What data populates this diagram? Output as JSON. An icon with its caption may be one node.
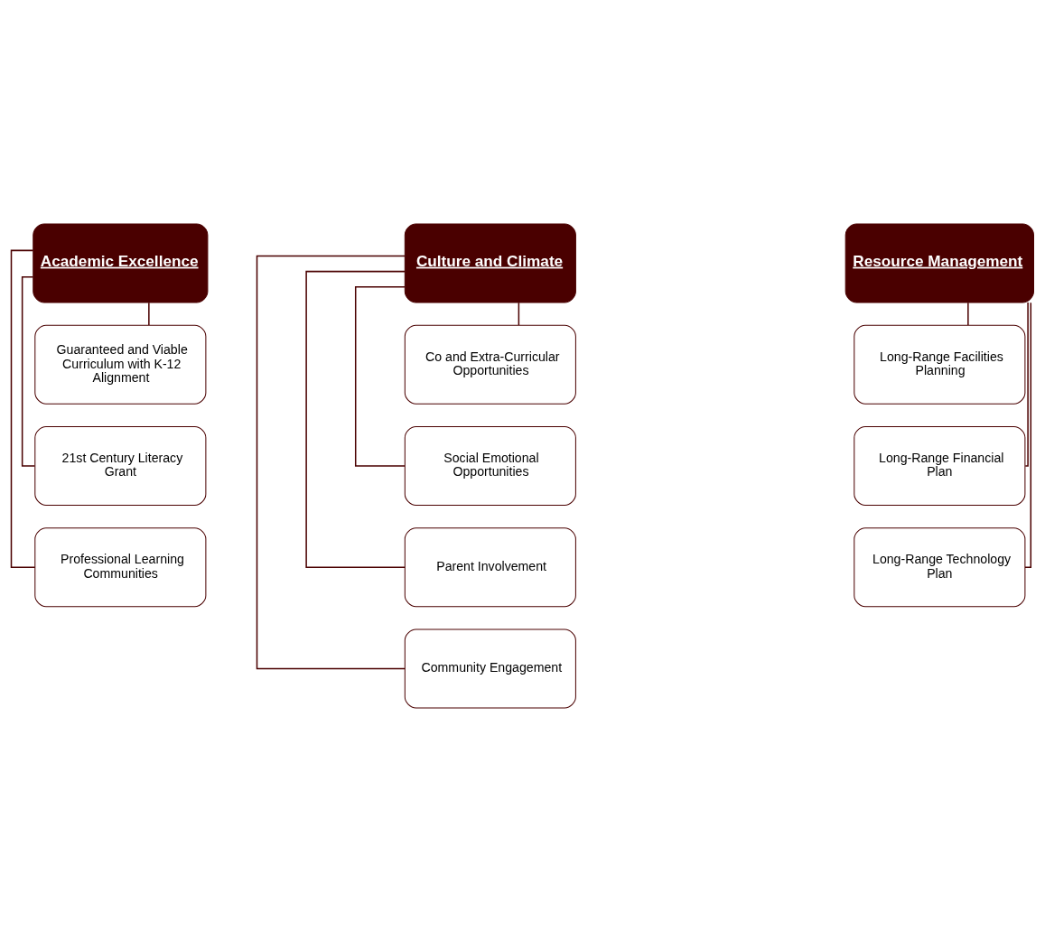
{
  "diagram": {
    "nodes": [
      {
        "text": [
          "Academic Excellence"
        ]
      },
      {
        "text": [
          "Guaranteed and Viable Curriculum with K-12 Alignment"
        ]
      },
      {
        "text": [
          "21st Century Literacy Grant"
        ]
      },
      {
        "text": [
          "Professional Learning Communities"
        ]
      },
      {
        "text": [
          "Culture and Climate"
        ]
      },
      {
        "text": [
          "Co and Extra-Curricular Opportunities"
        ]
      },
      {
        "text": [
          "Social Emotional Opportunities"
        ]
      },
      {
        "text": [
          "Parent Involvement"
        ]
      },
      {
        "text": [
          "Community Engagement"
        ]
      },
      {
        "text": [
          "Resource Management"
        ]
      },
      {
        "text": [
          "Long-Range Facilities Planning"
        ]
      },
      {
        "text": [
          "Long-Range Financial Plan"
        ]
      },
      {
        "text": [
          "Long-Range Technology Plan"
        ]
      }
    ],
    "edges": [
      {
        "from": 0,
        "to": 1,
        "arrow": "none"
      },
      {
        "from": 0,
        "to": 2,
        "arrow": "none"
      },
      {
        "from": 0,
        "to": 3,
        "arrow": "none"
      },
      {
        "from": 4,
        "to": 5,
        "arrow": "none"
      },
      {
        "from": 4,
        "to": 6,
        "arrow": "none"
      },
      {
        "from": 4,
        "to": 7,
        "arrow": "none"
      },
      {
        "from": 4,
        "to": 8,
        "arrow": "none"
      },
      {
        "from": 9,
        "to": 10,
        "arrow": "none"
      },
      {
        "from": 9,
        "to": 11,
        "arrow": "none"
      },
      {
        "from": 9,
        "to": 12,
        "arrow": "none"
      }
    ]
  }
}
